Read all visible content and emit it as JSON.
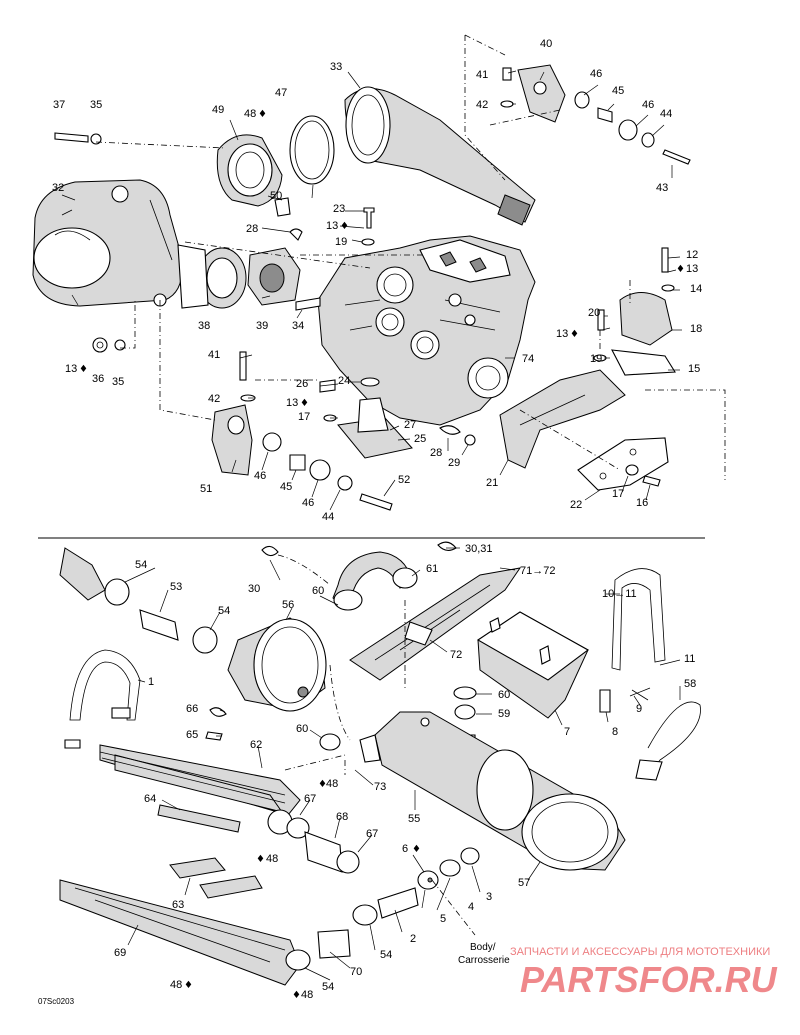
{
  "callouts": {
    "c1": "1",
    "c2": "2",
    "c3": "3",
    "c4": "4",
    "c5": "5",
    "c6": "6",
    "c7": "7",
    "c8": "8",
    "c9": "9",
    "c10_11": "10→11",
    "c11": "11",
    "c12": "12",
    "c13a": "13",
    "c13b": "13",
    "c13c": "13",
    "c13d": "13",
    "c13e": "13",
    "c14": "14",
    "c15": "15",
    "c16": "16",
    "c17a": "17",
    "c17b": "17",
    "c18": "18",
    "c19a": "19",
    "c19b": "19",
    "c20": "20",
    "c21": "21",
    "c22": "22",
    "c23": "23",
    "c24": "24",
    "c25": "25",
    "c26": "26",
    "c27": "27",
    "c28a": "28",
    "c28b": "28",
    "c29": "29",
    "c30": "30",
    "c30_31": "30,31",
    "c32": "32",
    "c33": "33",
    "c34": "34",
    "c35a": "35",
    "c35b": "35",
    "c36": "36",
    "c37": "37",
    "c38": "38",
    "c39": "39",
    "c40": "40",
    "c41a": "41",
    "c41b": "41",
    "c42a": "42",
    "c42b": "42",
    "c43": "43",
    "c44a": "44",
    "c44b": "44",
    "c45a": "45",
    "c45b": "45",
    "c46a": "46",
    "c46b": "46",
    "c46c": "46",
    "c46d": "46",
    "c47": "47",
    "c48a": "48",
    "c48b": "48",
    "c48c": "48",
    "c48d": "48",
    "c48e": "48",
    "c49": "49",
    "c50": "50",
    "c51": "51",
    "c52": "52",
    "c53": "53",
    "c54a": "54",
    "c54b": "54",
    "c54c": "54",
    "c54d": "54",
    "c55": "55",
    "c56": "56",
    "c57": "57",
    "c58": "58",
    "c59": "59",
    "c60a": "60",
    "c60b": "60",
    "c60c": "60",
    "c61": "61",
    "c62": "62",
    "c63": "63",
    "c64": "64",
    "c65": "65",
    "c66": "66",
    "c67a": "67",
    "c67b": "67",
    "c68": "68",
    "c69": "69",
    "c70": "70",
    "c71_72": "71→72",
    "c72": "72",
    "c73": "73",
    "c74": "74"
  },
  "drop_symbol": "♦",
  "body_label_line1": "Body/",
  "body_label_line2": "Carrosserie",
  "diagram_code": "07Sc0203",
  "watermark": {
    "brand": "PARTSFOR.RU",
    "tagline": "ЗАПЧАСТИ И АКСЕССУАРЫ ДЛЯ МОТОТЕХНИКИ",
    "color": "#e2272d"
  }
}
